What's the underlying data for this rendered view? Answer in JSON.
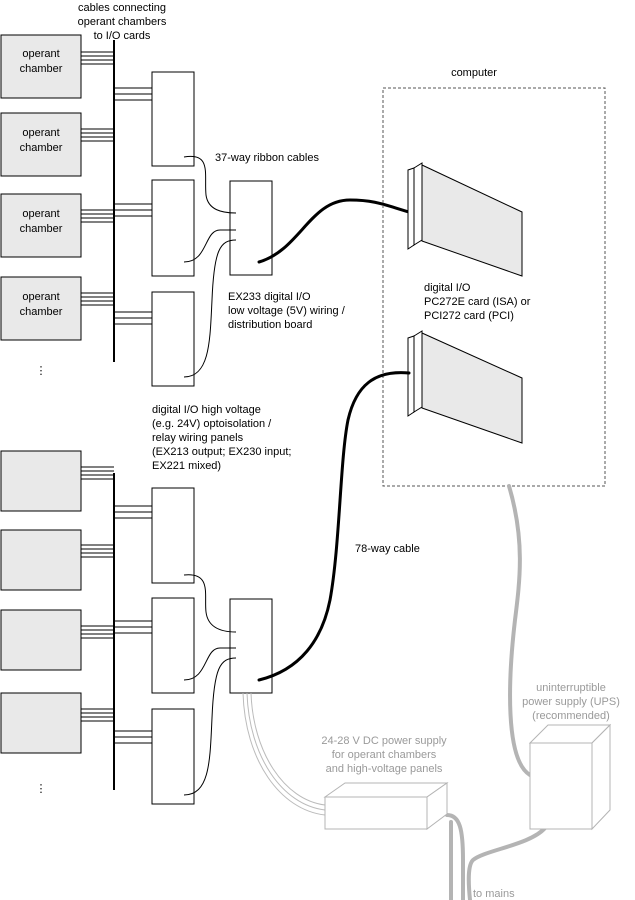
{
  "labels": {
    "cables_top": [
      "cables connecting",
      "operant chambers",
      "to I/O cards"
    ],
    "chamber": [
      "operant",
      "chamber"
    ],
    "computer": "computer",
    "ribbon": "37-way ribbon cables",
    "ex233": [
      "EX233 digital I/O",
      "low voltage (5V) wiring /",
      "distribution board"
    ],
    "digital_io": [
      "digital I/O",
      "PC272E card (ISA) or",
      "PCI272 card (PCI)"
    ],
    "hv_panels": [
      "digital I/O high voltage",
      "(e.g. 24V) optoisolation /",
      "relay wiring panels",
      "(EX213 output; EX230 input;",
      "EX221 mixed)"
    ],
    "cable78": "78-way cable",
    "ups": [
      "uninterruptible",
      "power supply (UPS)",
      "(recommended)"
    ],
    "dc_supply": [
      "24-28 V DC power supply",
      "for operant chambers",
      "and high-voltage panels"
    ],
    "mains": "to mains",
    "dots": "⋮"
  },
  "colors": {
    "chamber_fill": "#e9e9e9",
    "gray": "#b4b4b4",
    "gray_text": "#9a9a9a"
  }
}
